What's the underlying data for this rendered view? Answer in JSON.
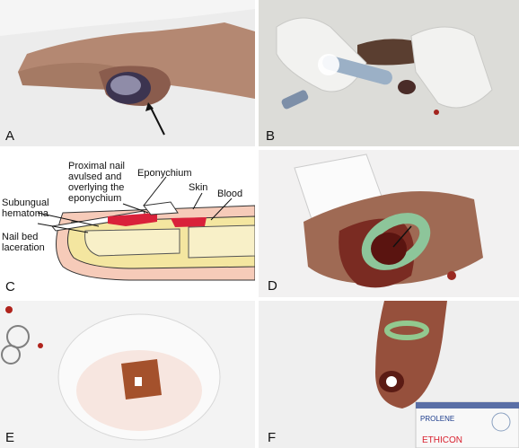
{
  "panels": {
    "a": {
      "letter": "A"
    },
    "b": {
      "letter": "B"
    },
    "c": {
      "letter": "C",
      "labels": {
        "proximal_line1": "Proximal nail",
        "proximal_line2": "avulsed and",
        "proximal_line3": "overlying the",
        "proximal_line4": "eponychium",
        "eponychium": "Eponychium",
        "skin": "Skin",
        "blood": "Blood",
        "subungual_line1": "Subungual",
        "subungual_line2": "hematoma",
        "nailbed_line1": "Nail bed",
        "nailbed_line2": "laceration"
      }
    },
    "d": {
      "letter": "D"
    },
    "e": {
      "letter": "E"
    },
    "f": {
      "letter": "F",
      "suture_brand": "PROLENE",
      "suture_maker": "ETHICON"
    }
  }
}
